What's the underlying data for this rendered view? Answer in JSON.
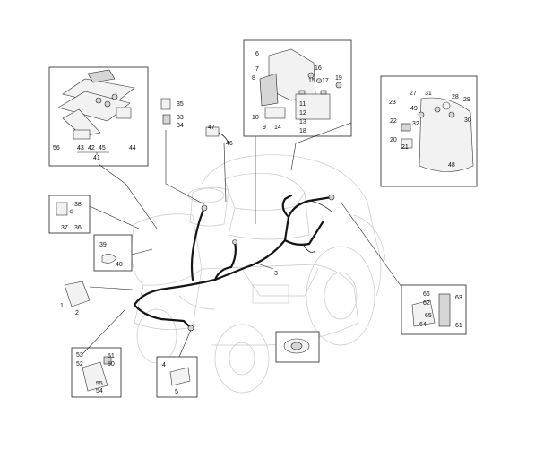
{
  "callouts": {
    "c1": "1",
    "c2": "2",
    "c3": "3",
    "c4": "4",
    "c5": "5",
    "c6": "6",
    "c7": "7",
    "c8": "8",
    "c9": "9",
    "c10": "10",
    "c11": "11",
    "c12": "12",
    "c13": "13",
    "c14": "14",
    "c15": "15",
    "c16": "16",
    "c17": "17",
    "c18": "18",
    "c19": "19",
    "c20": "20",
    "c21": "21",
    "c22": "22",
    "c23": "23",
    "c27": "27",
    "c28": "28",
    "c29": "29",
    "c30": "30",
    "c31": "31",
    "c32": "32",
    "c33": "33",
    "c34": "34",
    "c35": "35",
    "c36": "36",
    "c37": "37",
    "c38": "38",
    "c39": "39",
    "c40": "40",
    "c41": "41",
    "c42": "42",
    "c43": "43",
    "c44": "44",
    "c45": "45",
    "c46": "46",
    "c47": "47",
    "c48": "48",
    "c49": "49",
    "c50": "50",
    "c51": "51",
    "c52": "52",
    "c53": "53",
    "c54": "54",
    "c55": "55",
    "c56": "56",
    "c61": "61",
    "c62": "62",
    "c63": "63",
    "c64": "64",
    "c65": "65",
    "c66": "66"
  }
}
